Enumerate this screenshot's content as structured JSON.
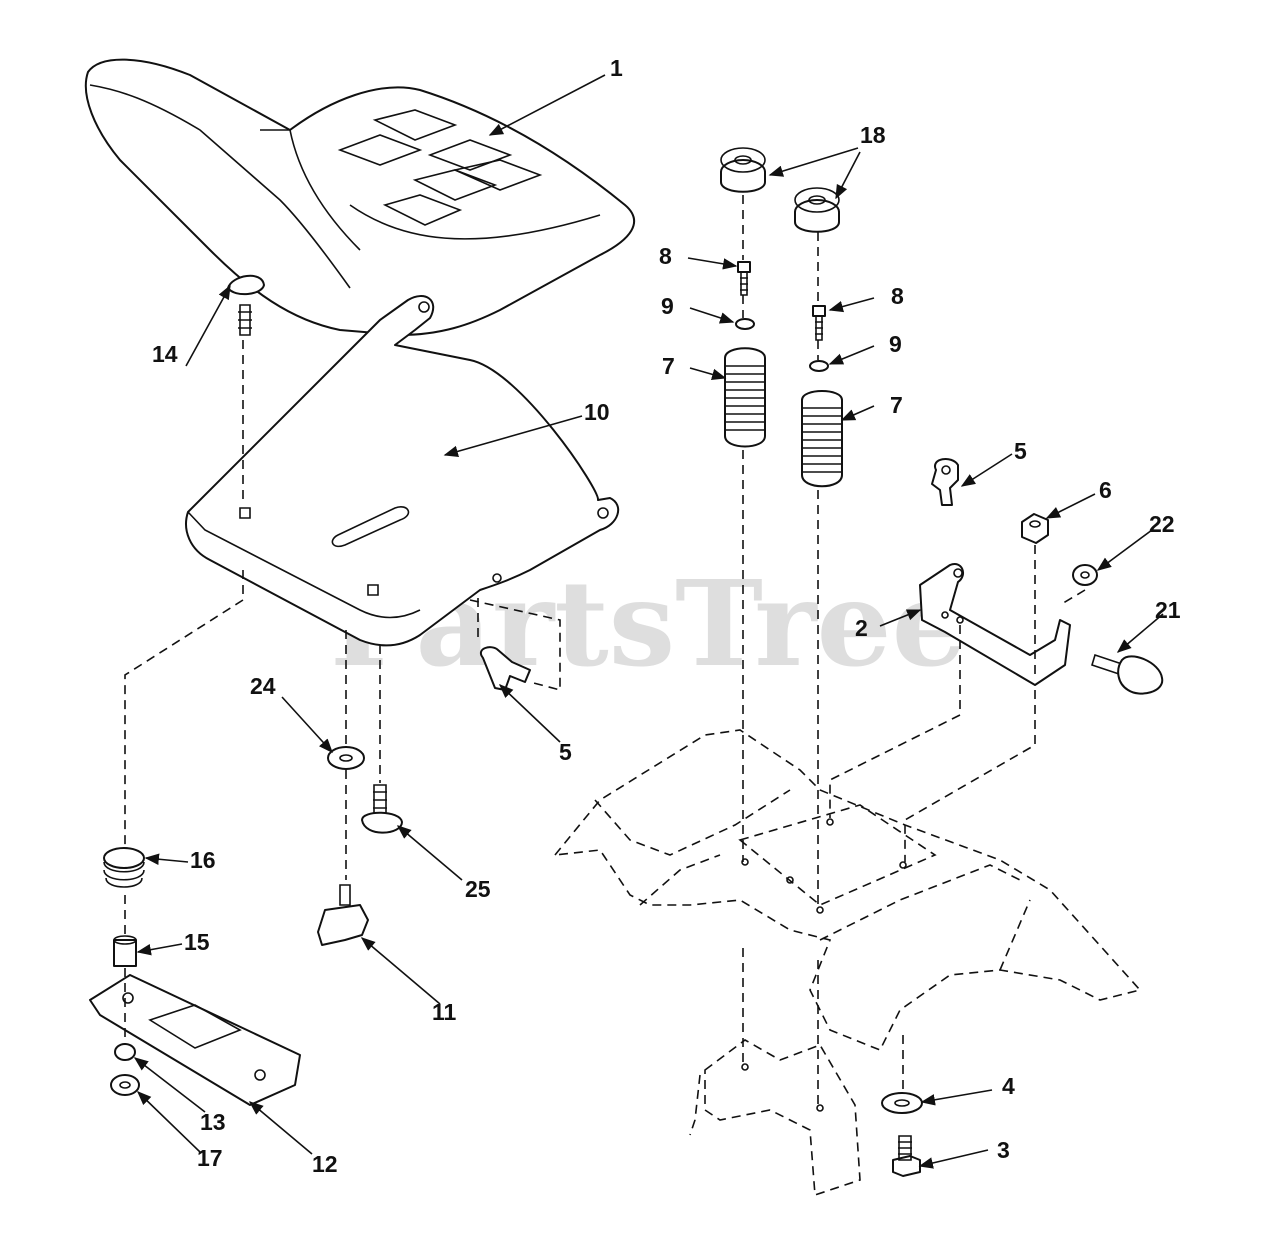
{
  "watermark": {
    "text": "PartsTree",
    "trademark": "™"
  },
  "callouts": {
    "c1": "1",
    "c2": "2",
    "c3": "3",
    "c4": "4",
    "c5a": "5",
    "c5b": "5",
    "c6": "6",
    "c7a": "7",
    "c7b": "7",
    "c8a": "8",
    "c8b": "8",
    "c9a": "9",
    "c9b": "9",
    "c10": "10",
    "c11": "11",
    "c12": "12",
    "c13": "13",
    "c14": "14",
    "c15": "15",
    "c16": "16",
    "c17": "17",
    "c18": "18",
    "c21": "21",
    "c22": "22",
    "c24": "24",
    "c25": "25"
  }
}
